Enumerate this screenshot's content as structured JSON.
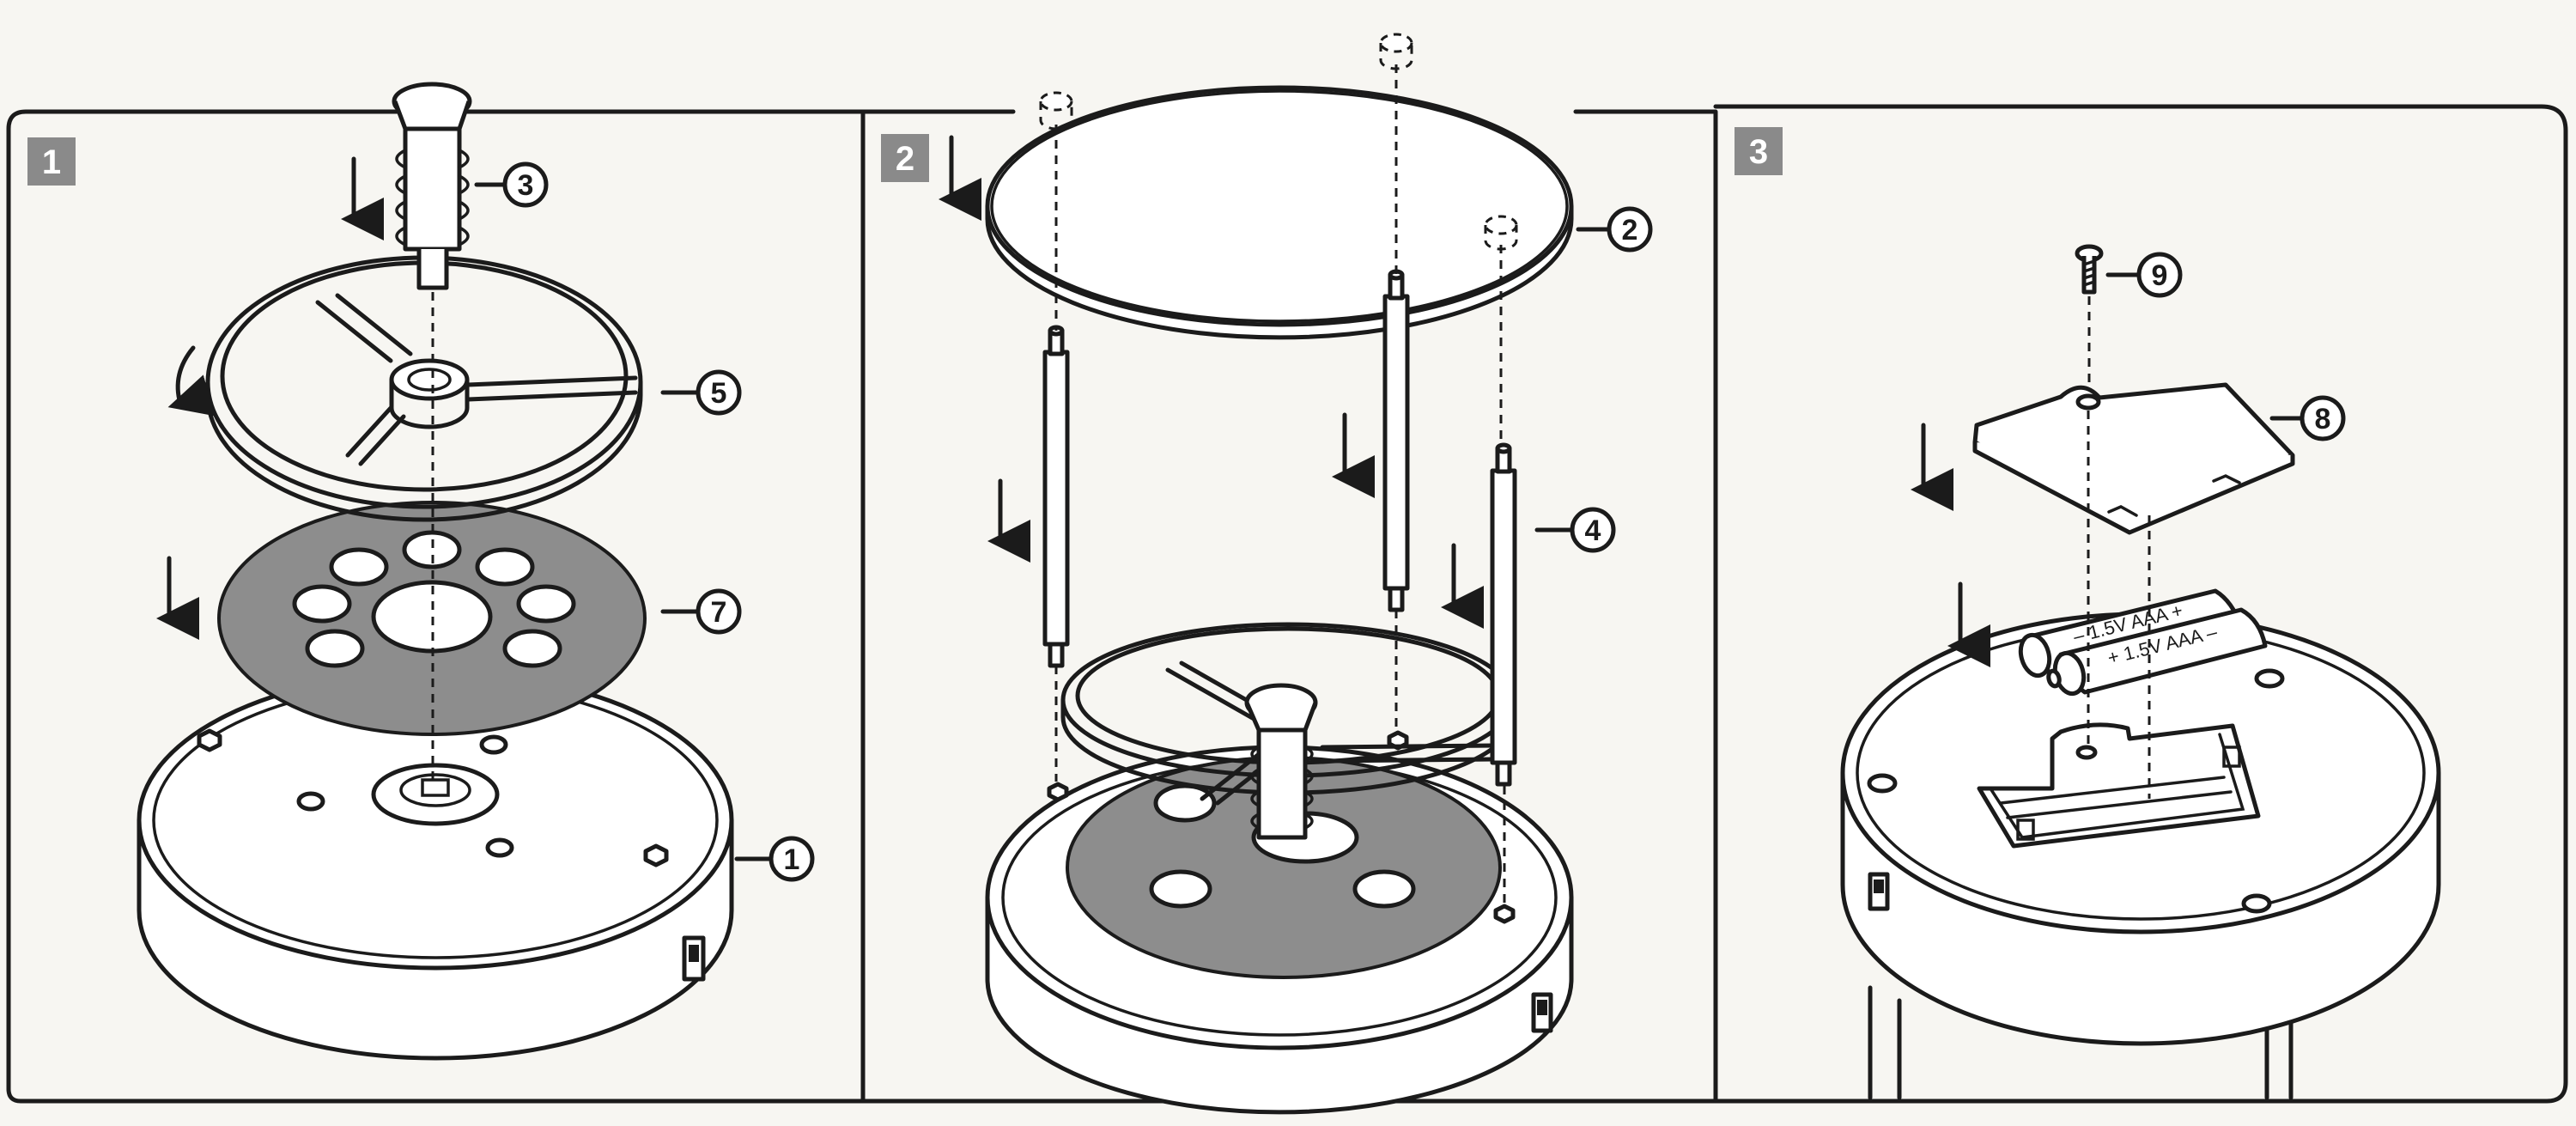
{
  "steps": [
    "1",
    "2",
    "3"
  ],
  "callouts": {
    "base": "1",
    "top_disc": "2",
    "spindle": "3",
    "rods": "4",
    "ring": "5",
    "gray_disc": "7",
    "battery_cover": "8",
    "screw": "9"
  },
  "batteries": {
    "top_label": "– 1.5V AAA +",
    "bottom_label": "+ 1.5V AAA –"
  },
  "colors": {
    "line": "#1b1b1b",
    "step_badge": "#8a8a8a",
    "gray_disc": "#8d8d8d",
    "paper": "#f7f6f2"
  }
}
